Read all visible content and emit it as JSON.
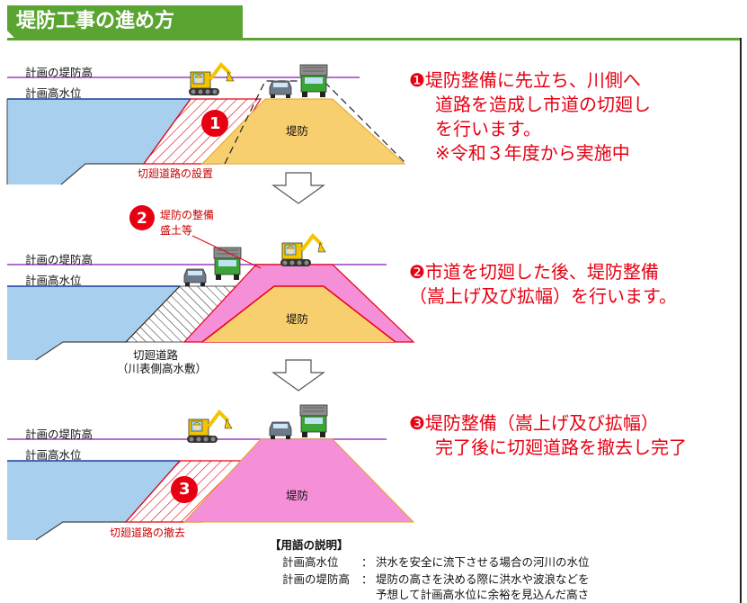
{
  "title": "堤防工事の進め方",
  "colors": {
    "accent": "#5aa532",
    "red": "#e60012",
    "water": "#a9cfee",
    "embankment": "#f7cf6e",
    "embankment_new": "#f48fd8"
  },
  "icons": [
    "excavator-icon",
    "truck-icon",
    "car-icon",
    "arrow-down-icon",
    "step-number-icon"
  ],
  "step1": {
    "number": "1",
    "label_dike_height": "計画の堤防高",
    "label_water_level": "計画高水位",
    "dike_label": "堤防",
    "road_caption": "切廻道路の設置",
    "note": [
      "❶堤防整備に先立ち、川側へ",
      "道路を造成し市道の切廻し",
      "を行います。",
      "※令和３年度から実施中"
    ]
  },
  "step2": {
    "number": "2",
    "label_dike_height": "計画の堤防高",
    "label_water_level": "計画高水位",
    "dike_label": "堤防",
    "callout": [
      "堤防の整備",
      "盛土等"
    ],
    "road_caption": [
      "切廻道路",
      "（川表側高水敷）"
    ],
    "note": [
      "❷市道を切廻した後、堤防整備",
      "（嵩上げ及び拡幅）を行います。"
    ]
  },
  "step3": {
    "number": "3",
    "label_dike_height": "計画の堤防高",
    "label_water_level": "計画高水位",
    "dike_label": "堤防",
    "road_caption": "切廻道路の撤去",
    "note": [
      "❸堤防整備（嵩上げ及び拡幅）",
      "完了後に切廻道路を撤去し完了"
    ]
  },
  "glossary": {
    "heading": "【用語の説明】",
    "entries": [
      {
        "term": "計画高水位",
        "sep": "：",
        "definition": "洪水を安全に流下させる場合の河川の水位"
      },
      {
        "term": "計画の堤防高",
        "sep": "：",
        "definition": "堤防の高さを決める際に洪水や波浪などを"
      }
    ],
    "continuation": "予想して計画高水位に余裕を見込んだ高さ"
  }
}
